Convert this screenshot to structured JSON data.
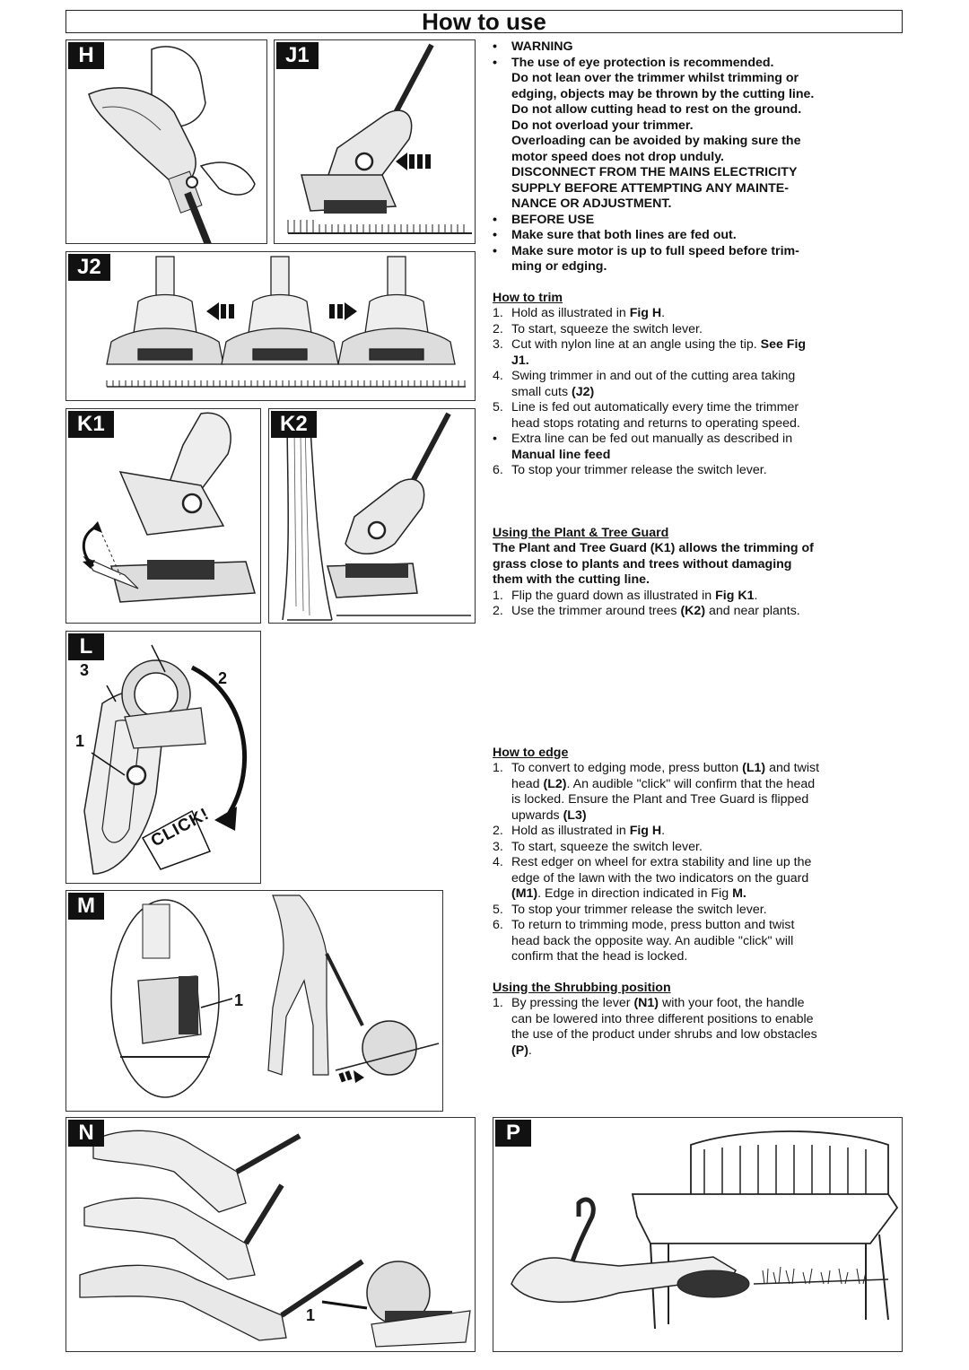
{
  "title": "How to use",
  "figures": {
    "H": "H",
    "J1": "J1",
    "J2": "J2",
    "K1": "K1",
    "K2": "K2",
    "L": "L",
    "M": "M",
    "N": "N",
    "P": "P",
    "L_callouts": [
      "3",
      "2",
      "1"
    ],
    "L_click": "CLICK!",
    "M_callout": "1",
    "N_callout": "1"
  },
  "warning": {
    "heading": "WARNING",
    "bullet1": "The use of eye protection is recommended.",
    "continuation": [
      "Do not lean over the trimmer whilst trimming or",
      "edging, objects may be thrown by the cutting line.",
      "Do not allow cutting head to rest on the ground.",
      "Do not overload your trimmer.",
      "Overloading can be avoided by making sure the",
      "motor speed does not drop unduly.",
      "DISCONNECT FROM THE MAINS ELECTRICITY",
      "SUPPLY BEFORE ATTEMPTING ANY MAINTE-",
      "NANCE OR ADJUSTMENT."
    ],
    "before_use": "BEFORE USE",
    "lines_fed": "Make sure that both lines are fed out.",
    "full_speed_1": "Make sure motor is up to full speed before trim-",
    "full_speed_2": "ming or edging."
  },
  "how_to_trim": {
    "heading": "How to trim",
    "steps": [
      {
        "n": "1.",
        "pre": "Hold as illustrated in ",
        "bold": "Fig H",
        "post": "."
      },
      {
        "n": "2.",
        "text": "To start, squeeze the switch lever."
      },
      {
        "n": "3.",
        "pre": "Cut with nylon line at an angle using the tip. ",
        "bold": "See Fig",
        "bold2": "J1."
      },
      {
        "n": "4.",
        "line1": "Swing trimmer in and out of the cutting area taking",
        "pre": "small cuts ",
        "bold": "(J2)"
      },
      {
        "n": "5.",
        "line1": "Line is fed out automatically every time the trimmer",
        "line2": "head stops rotating and returns to operating speed."
      },
      {
        "n": "•",
        "line1": "Extra line can be fed out manually as described in",
        "bold": "Manual line feed"
      },
      {
        "n": "6.",
        "text": "To stop your trimmer release the switch lever."
      }
    ]
  },
  "plant_guard": {
    "heading": "Using the Plant & Tree Guard",
    "intro": [
      "The Plant and Tree Guard (K1) allows the trimming of",
      "grass close to plants and trees without damaging",
      "them with the cutting line."
    ],
    "step1": {
      "n": "1.",
      "pre": "Flip the guard down as illustrated in ",
      "bold": "Fig K1",
      "post": "."
    },
    "step2": {
      "n": "2.",
      "pre": "Use the trimmer around trees ",
      "bold": "(K2)",
      "post": " and near plants."
    }
  },
  "how_to_edge": {
    "heading": "How to edge",
    "s1": {
      "n": "1.",
      "a": "To convert to edging mode, press button ",
      "a_b": "(L1)",
      "a2": " and twist",
      "b": "head ",
      "b_b": "(L2)",
      "b2": ".  An audible \"click\" will confirm that the head",
      "c": "is locked.  Ensure the Plant and Tree Guard is flipped",
      "d": "upwards ",
      "d_b": "(L3)"
    },
    "s2": {
      "n": "2.",
      "pre": "Hold as illustrated in ",
      "bold": "Fig H",
      "post": "."
    },
    "s3": {
      "n": "3.",
      "text": "To start, squeeze the switch lever."
    },
    "s4": {
      "n": "4.",
      "a": "Rest edger on wheel for extra stability and line up the",
      "b": "edge of the lawn with the two indicators on the guard",
      "c_b": "(M1)",
      "c": ". Edge in direction indicated in Fig ",
      "c_b2": "M."
    },
    "s5": {
      "n": "5.",
      "text": "To stop your trimmer release the switch lever."
    },
    "s6": {
      "n": "6.",
      "a": "To return to trimming mode, press button and twist",
      "b": "head back the opposite way.  An audible \"click\" will",
      "c": "confirm that the head is locked."
    }
  },
  "shrubbing": {
    "heading": "Using the Shrubbing position",
    "s1": {
      "n": "1.",
      "a": "By pressing the lever ",
      "a_b": "(N1)",
      "a2": " with your foot, the handle",
      "b": "can be lowered into three different positions to enable",
      "c": "the use of the product under shrubs and low obstacles",
      "d_b": "(P)",
      "d": "."
    }
  }
}
